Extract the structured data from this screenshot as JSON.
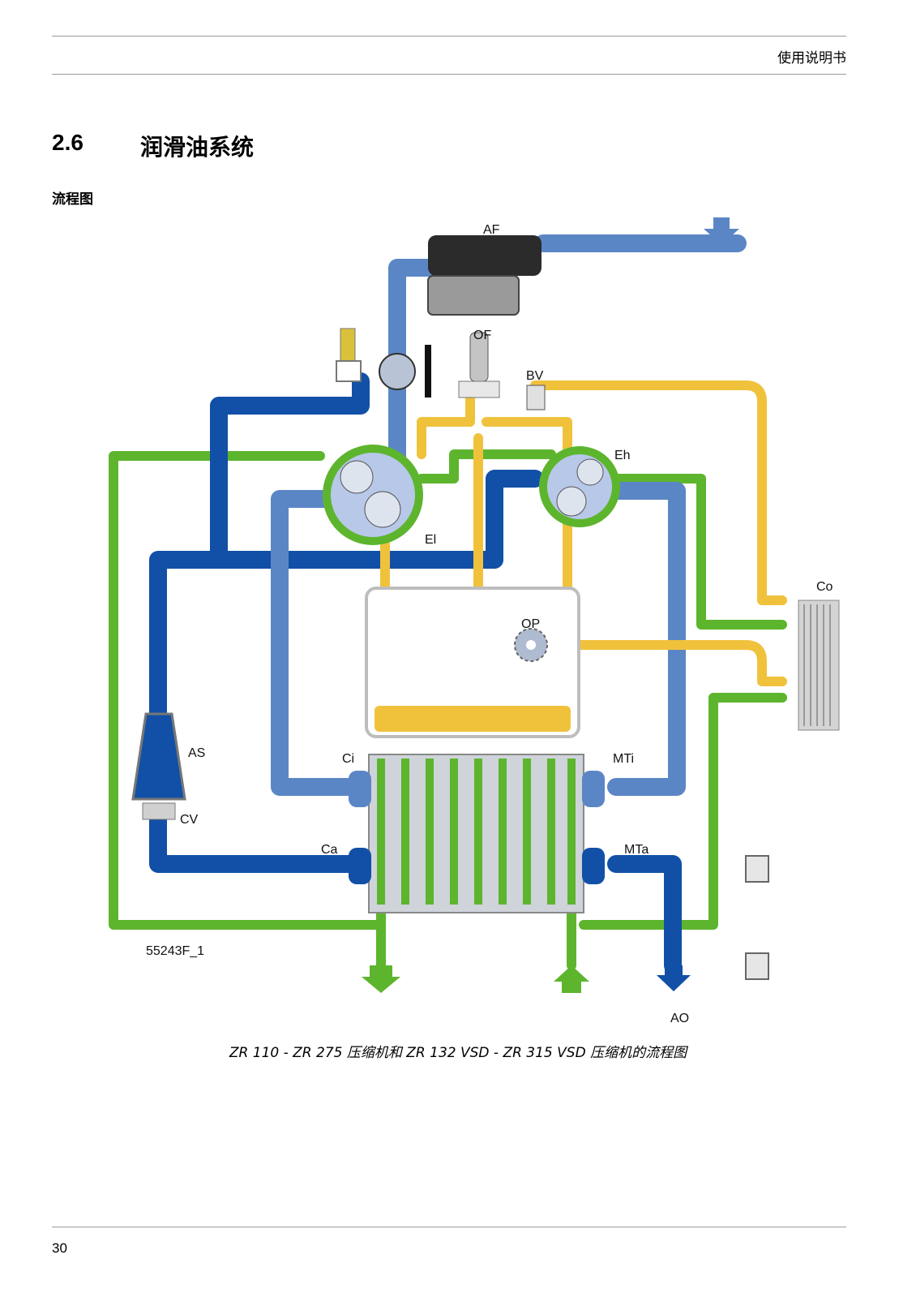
{
  "header": {
    "title": "使用说明书"
  },
  "section": {
    "number": "2.6",
    "title": "润滑油系统"
  },
  "subheading": "流程图",
  "diagram": {
    "code": "55243F_1",
    "labels": {
      "af": "AF",
      "of": "OF",
      "bv": "BV",
      "eh": "Eh",
      "el": "El",
      "co": "Co",
      "op": "OP",
      "as": "AS",
      "cv": "CV",
      "ci": "Ci",
      "ca": "Ca",
      "mti": "MTi",
      "mta": "MTa",
      "ao": "AO"
    },
    "colors": {
      "air_light": "#7b9fd2",
      "air_dark": "#1150a6",
      "oil": "#f0c23c",
      "water": "#5db52e",
      "cooler": "#d4d4d4"
    }
  },
  "caption": "ZR 110 - ZR 275 压缩机和 ZR 132 VSD - ZR 315 VSD 压缩机的流程图",
  "footer": {
    "page_number": "30"
  }
}
